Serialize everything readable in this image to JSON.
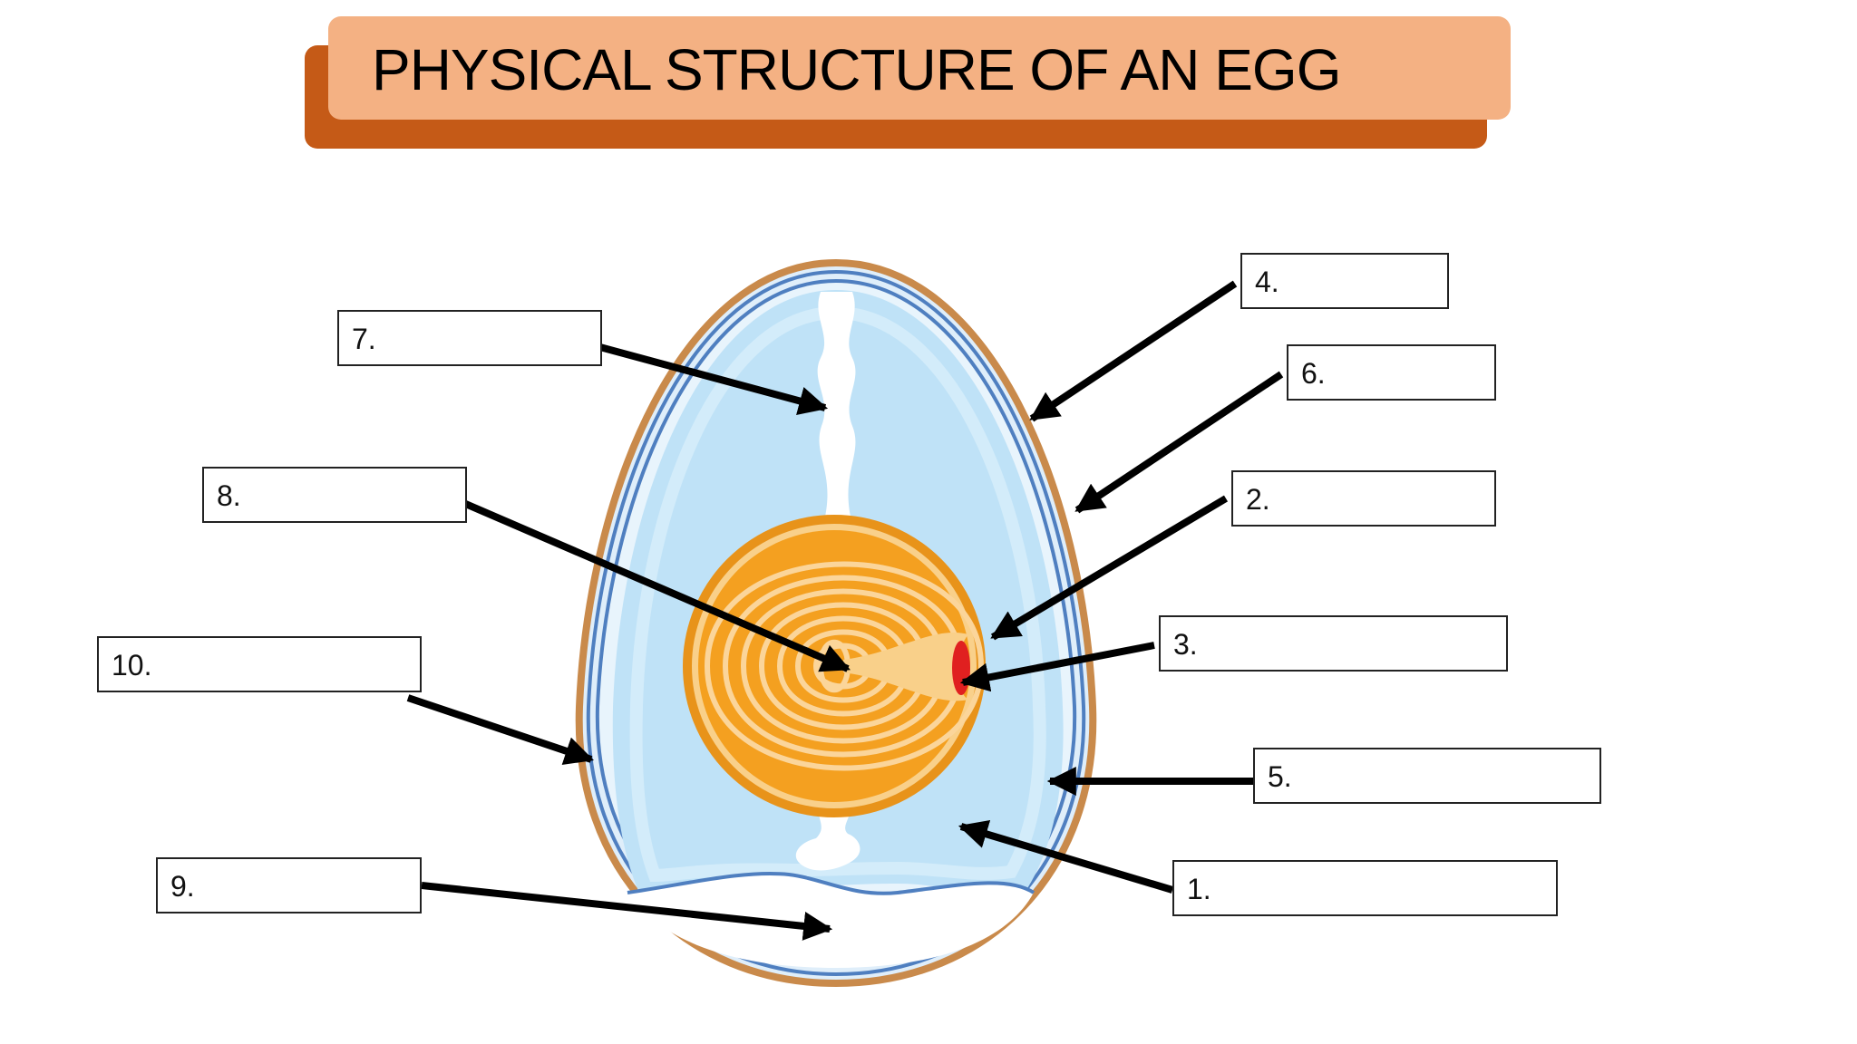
{
  "title": "PHYSICAL STRUCTURE OF AN EGG",
  "labels": {
    "l1": "1.",
    "l2": "2.",
    "l3": "3.",
    "l4": "4.",
    "l5": "5.",
    "l6": "6.",
    "l7": "7.",
    "l8": "8.",
    "l9": "9.",
    "l10": "10."
  },
  "colors": {
    "title_back": "#c55a17",
    "title_front": "#f4b183",
    "shell": "#c98a4b",
    "membrane": "#4f7fc0",
    "albumen": "#bfe2f7",
    "yolk": "#f4a020",
    "germinal_disc": "#e02020",
    "arrow": "#000000"
  }
}
